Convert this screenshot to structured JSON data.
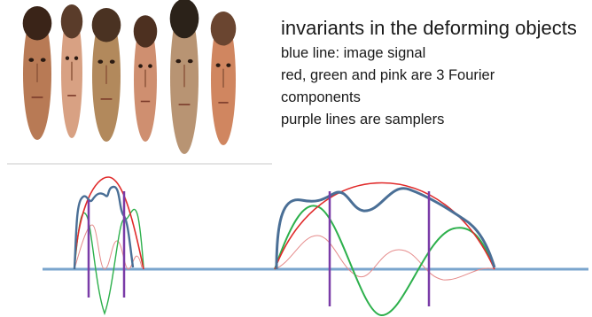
{
  "headline": "invariants in the deforming objects",
  "caption_lines": [
    "blue line: image signal",
    "red, green and pink are 3 Fourier",
    "components",
    "purple lines are samplers"
  ],
  "faces": [
    {
      "skin": "#b87a55",
      "hair": "#3a2418"
    },
    {
      "skin": "#d8a183",
      "hair": "#5a3c2a"
    },
    {
      "skin": "#b2895c",
      "hair": "#4a3222"
    },
    {
      "skin": "#cf8f70",
      "hair": "#4d3020"
    },
    {
      "skin": "#b89473",
      "hair": "#2b2219"
    },
    {
      "skin": "#d08660",
      "hair": "#6a4530"
    }
  ],
  "colors": {
    "image_signal": "#4a6f96",
    "baseline": "#7aa5cd",
    "fourier_red": "#e02a2a",
    "fourier_green": "#2db04c",
    "fourier_pink": "#e58a8a",
    "sampler": "#7a3ca8",
    "faces_divider": "#c8c8c8"
  }
}
